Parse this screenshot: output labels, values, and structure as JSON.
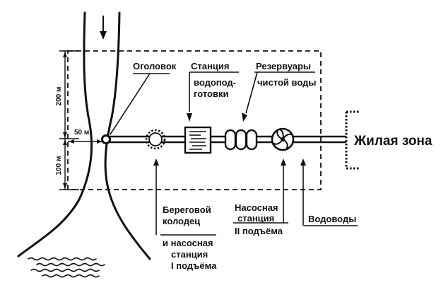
{
  "colors": {
    "ink": "#111111",
    "background": "#ffffff"
  },
  "labels": {
    "intake": "Оголовок",
    "station_title": "Станция",
    "station_line1": "водопод-",
    "station_line2": "готовки",
    "reservoirs_line1": "Резервуары",
    "reservoirs_line2": "чистой воды",
    "residential": "Жилая зона",
    "shore_line1": "Береговой",
    "shore_line2": "колодец",
    "shore_line3": "и насосная",
    "shore_line4": "станция",
    "shore_line5": "I подъёма",
    "pump_line1": "Насосная",
    "pump_line2": "станция",
    "pump_line3": "II подъёма",
    "mains": "Водоводы"
  },
  "dimensions": {
    "upstream": "200 м",
    "downstream": "100 м",
    "offshore": "50 м"
  }
}
